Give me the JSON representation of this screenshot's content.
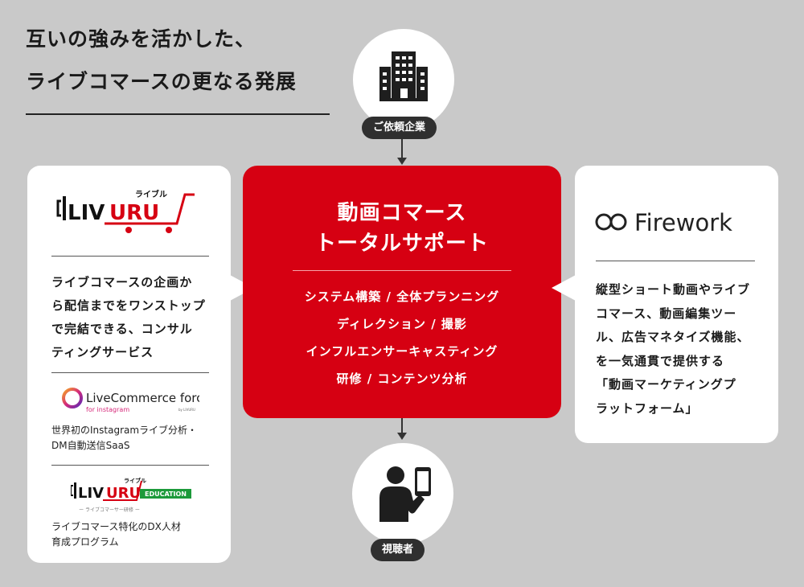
{
  "heading": {
    "line1": "互いの強みを活かした、",
    "line2": "ライブコマースの更なる発展"
  },
  "client": {
    "label": "ご依頼企業",
    "icon": "office-building-icon"
  },
  "viewer": {
    "label": "視聴者",
    "icon": "person-with-smartphone-icon"
  },
  "center": {
    "title_line1": "動画コマース",
    "title_line2": "トータルサポート",
    "services": [
      "システム構築 / 全体プランニング",
      "ディレクション / 撮影",
      "インフルエンサーキャスティング",
      "研修 / コンテンツ分析"
    ]
  },
  "left": {
    "livuru": {
      "logo": "LIVURU",
      "ruby": "ライブル"
    },
    "desc_lines": [
      "ライブコマースの企画か",
      "ら配信までをワンストップ",
      "で完結できる、コンサル",
      "ティングサービス"
    ],
    "lcf": {
      "logo": "LiveCommerce force",
      "sub": "for instagram",
      "tiny": "by LIVURU",
      "desc_lines": [
        "世界初のInstagramライブ分析・",
        "DM自動送信SaaS"
      ]
    },
    "edu": {
      "logo": "LIVURU",
      "ruby": "ライブル",
      "badge": "EDUCATION",
      "tagline": "ー ライブコマーサー研修 ー",
      "desc_lines": [
        "ライブコマース特化のDX人材",
        "育成プログラム"
      ]
    }
  },
  "right": {
    "logo": "Firework",
    "desc_lines": [
      "縦型ショート動画やライブ",
      "コマース、動画編集ツー",
      "ル、広告マネタイズ機能、",
      "を一気通貫で提供する",
      "「動画マーケティングプ",
      "ラットフォーム」"
    ]
  },
  "colors": {
    "background": "#c9c9c9",
    "accent_red": "#d60012",
    "edu_green": "#1c9a3a",
    "dark": "#2f2f2f"
  }
}
